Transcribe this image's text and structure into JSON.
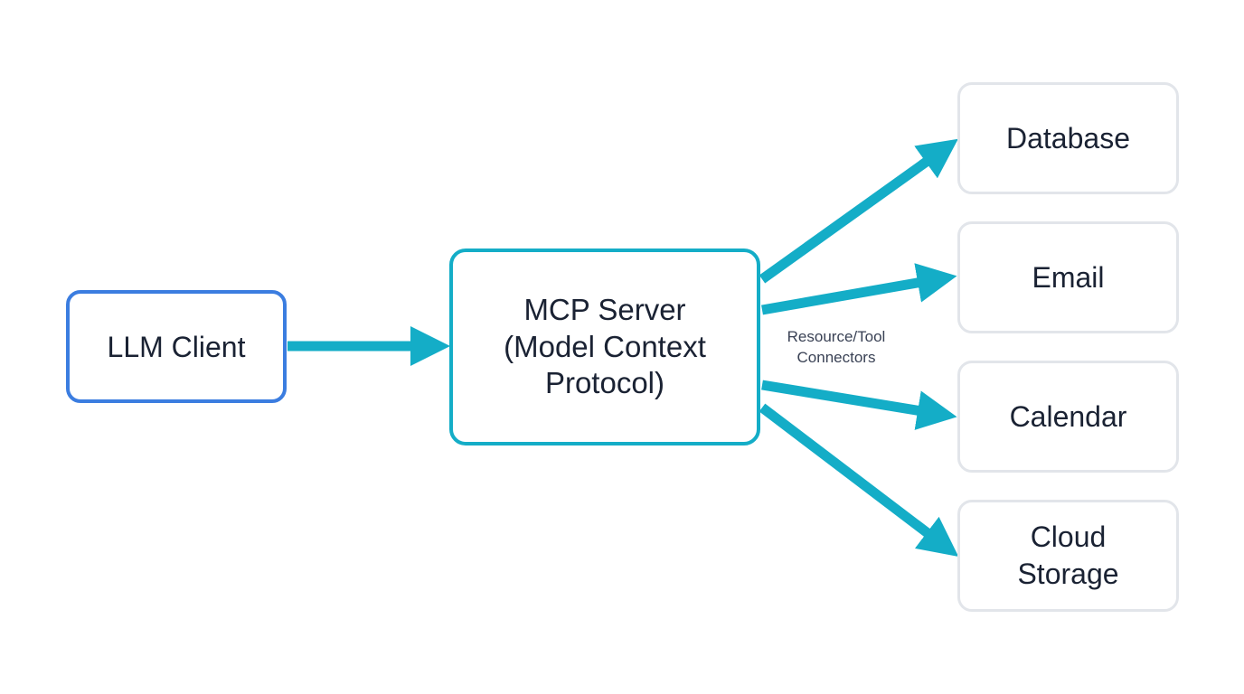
{
  "diagram": {
    "nodes": {
      "llm_client": {
        "label": "LLM Client"
      },
      "mcp_server": {
        "lines": [
          "MCP Server",
          "(Model Context",
          "Protocol)"
        ]
      },
      "database": {
        "label": "Database"
      },
      "email": {
        "label": "Email"
      },
      "calendar": {
        "label": "Calendar"
      },
      "cloud_storage": {
        "lines": [
          "Cloud",
          "Storage"
        ]
      }
    },
    "connector_label": {
      "lines": [
        "Resource/Tool",
        "Connectors"
      ]
    },
    "edges": [
      {
        "from": "llm_client",
        "to": "mcp_server"
      },
      {
        "from": "mcp_server",
        "to": "database"
      },
      {
        "from": "mcp_server",
        "to": "email"
      },
      {
        "from": "mcp_server",
        "to": "calendar"
      },
      {
        "from": "mcp_server",
        "to": "cloud_storage"
      }
    ]
  },
  "colors": {
    "llm_border": "#3b7de0",
    "mcp_border": "#14adc7",
    "arrow": "#14adc7",
    "target_border": "#e2e5ea",
    "text": "#1a2233",
    "label_text": "#3a4255",
    "background": "#ffffff"
  }
}
